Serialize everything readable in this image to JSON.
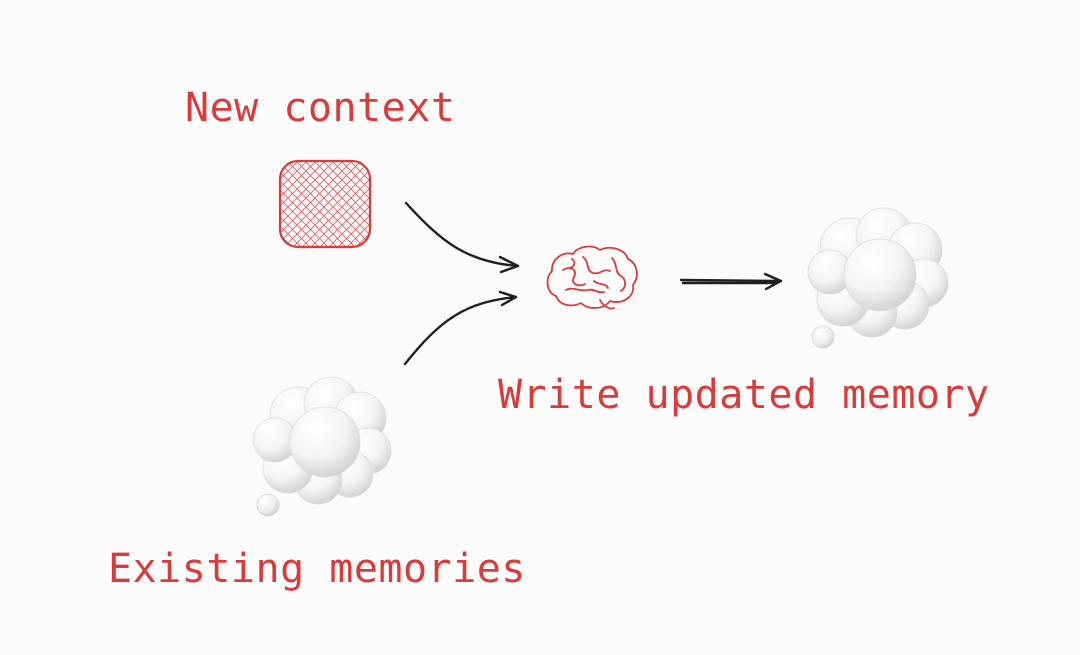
{
  "labels": {
    "new_context": "New context",
    "write_updated_memory": "Write updated memory",
    "existing_memories": "Existing memories"
  },
  "colors": {
    "accent_red": "#d93a3a",
    "arrow": "#1e1e1e",
    "background": "#fbfbfb",
    "cloud_shade": "#d9d9d9"
  },
  "icons": {
    "context": "hatched-square-icon",
    "processor": "brain-icon",
    "input_memory": "thought-cloud-icon",
    "output_memory": "thought-cloud-icon"
  }
}
